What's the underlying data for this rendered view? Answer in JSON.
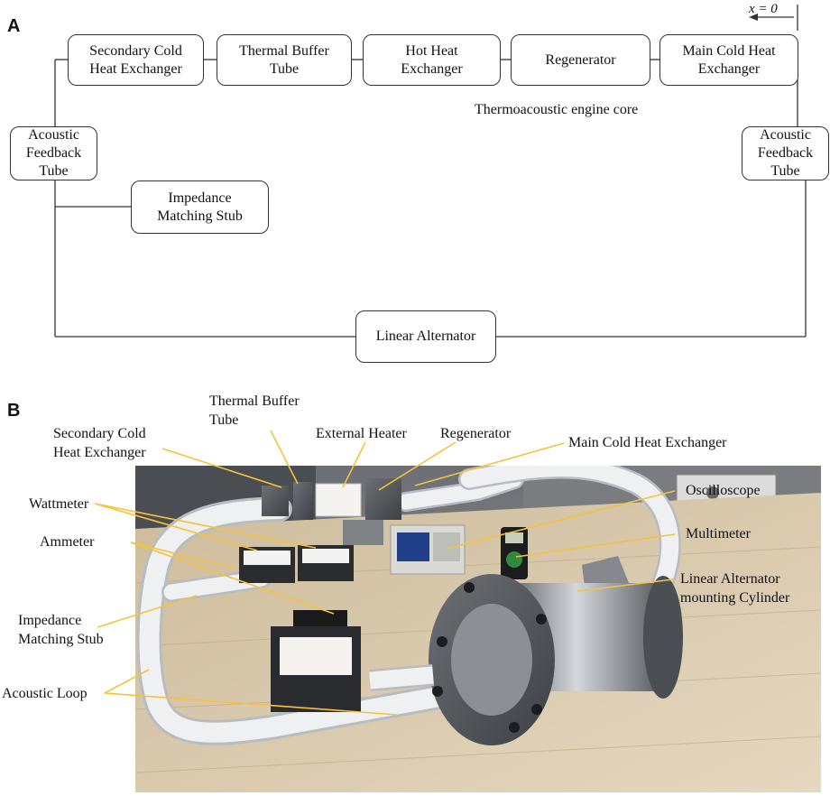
{
  "panel_a": {
    "letter": "A",
    "boxes": {
      "secondary_cold_hx": "Secondary Cold\nHeat Exchanger",
      "thermal_buffer_tube": "Thermal Buffer\nTube",
      "hot_hx": "Hot Heat\nExchanger",
      "regenerator": "Regenerator",
      "main_cold_hx": "Main Cold Heat\nExchanger",
      "acoustic_feedback_left": "Acoustic\nFeedback\nTube",
      "acoustic_feedback_right": "Acoustic\nFeedback\nTube",
      "impedance_stub": "Impedance\nMatching Stub",
      "linear_alternator": "Linear Alternator"
    },
    "engine_core_label": "Thermoacoustic engine core",
    "origin_label": "x = 0"
  },
  "panel_b": {
    "letter": "B",
    "labels": {
      "thermal_buffer_tube": "Thermal Buffer\nTube",
      "secondary_cold_hx": "Secondary  Cold\nHeat Exchanger",
      "external_heater": "External Heater",
      "regenerator": "Regenerator",
      "main_cold_hx": "Main Cold Heat Exchanger",
      "oscilloscope": "Oscilloscope",
      "wattmeter": "Wattmeter",
      "ammeter": "Ammeter",
      "multimeter": "Multimeter",
      "linear_alternator_cylinder": "Linear Alternator\nmounting Cylinder",
      "impedance_stub": "Impedance\nMatching Stub",
      "acoustic_loop": "Acoustic Loop"
    }
  },
  "colors": {
    "leader": "#f5c33b",
    "line": "#333333",
    "pipe": "#e9ebee",
    "table": "#d8c7a8"
  }
}
